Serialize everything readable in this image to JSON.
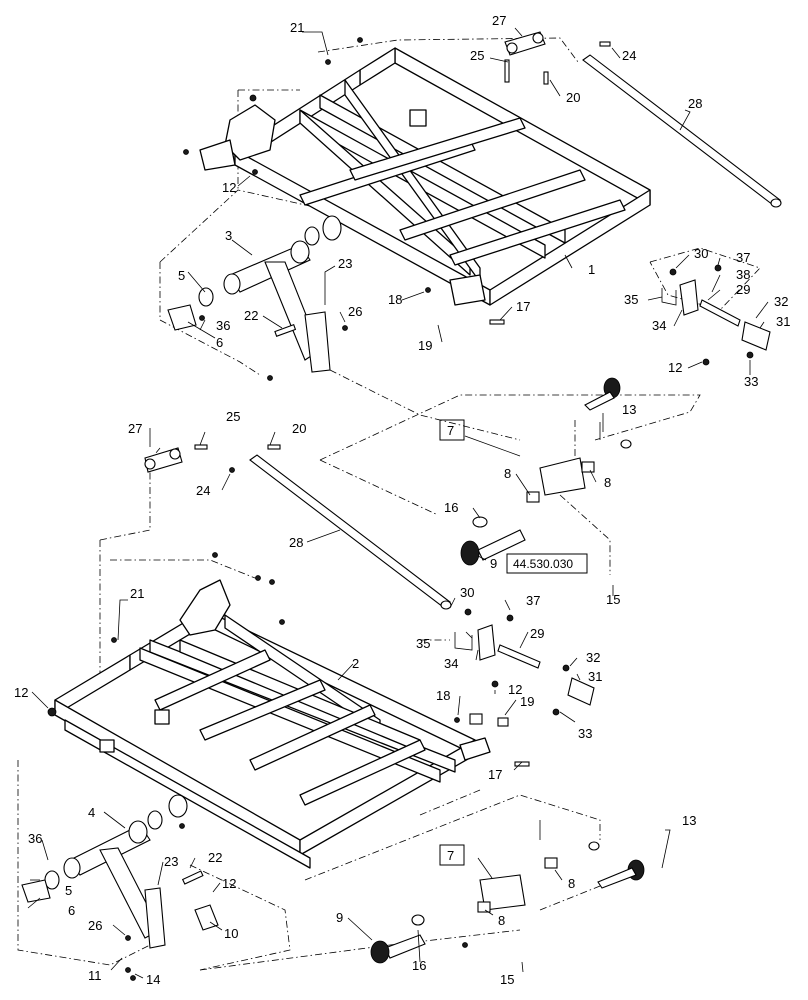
{
  "callouts": {
    "top": {
      "c1": "1",
      "c3": "3",
      "c5": "5",
      "c6": "6",
      "c7": "7",
      "c8a": "8",
      "c8b": "8",
      "c9": "9",
      "c12a": "12",
      "c12b": "12",
      "c13": "13",
      "c15": "15",
      "c16": "16",
      "c17": "17",
      "c18": "18",
      "c19": "19",
      "c20": "20",
      "c21": "21",
      "c22": "22",
      "c23": "23",
      "c24": "24",
      "c25": "25",
      "c26": "26",
      "c27": "27",
      "c28": "28",
      "c29": "29",
      "c30": "30",
      "c31": "31",
      "c32": "32",
      "c33": "33",
      "c34": "34",
      "c35": "35",
      "c36": "36",
      "c37": "37",
      "c38": "38"
    },
    "bottom": {
      "c2": "2",
      "c4": "4",
      "c5": "5",
      "c6": "6",
      "c7": "7",
      "c8a": "8",
      "c8b": "8",
      "c9": "9",
      "c10": "10",
      "c11": "11",
      "c12a": "12",
      "c12b": "12",
      "c12c": "12",
      "c13": "13",
      "c14": "14",
      "c15": "15",
      "c16": "16",
      "c17": "17",
      "c18": "18",
      "c19": "19",
      "c20": "20",
      "c21": "21",
      "c22": "22",
      "c23": "23",
      "c24": "24",
      "c25": "25",
      "c26": "26",
      "c27": "27",
      "c28": "28",
      "c29": "29",
      "c30": "30",
      "c31": "31",
      "c32": "32",
      "c33": "33",
      "c34": "34",
      "c35": "35",
      "c36": "36",
      "c37": "37"
    }
  },
  "reference": {
    "section_ref": "44.530.030"
  },
  "colors": {
    "ink": "#000000",
    "paper": "#ffffff"
  }
}
